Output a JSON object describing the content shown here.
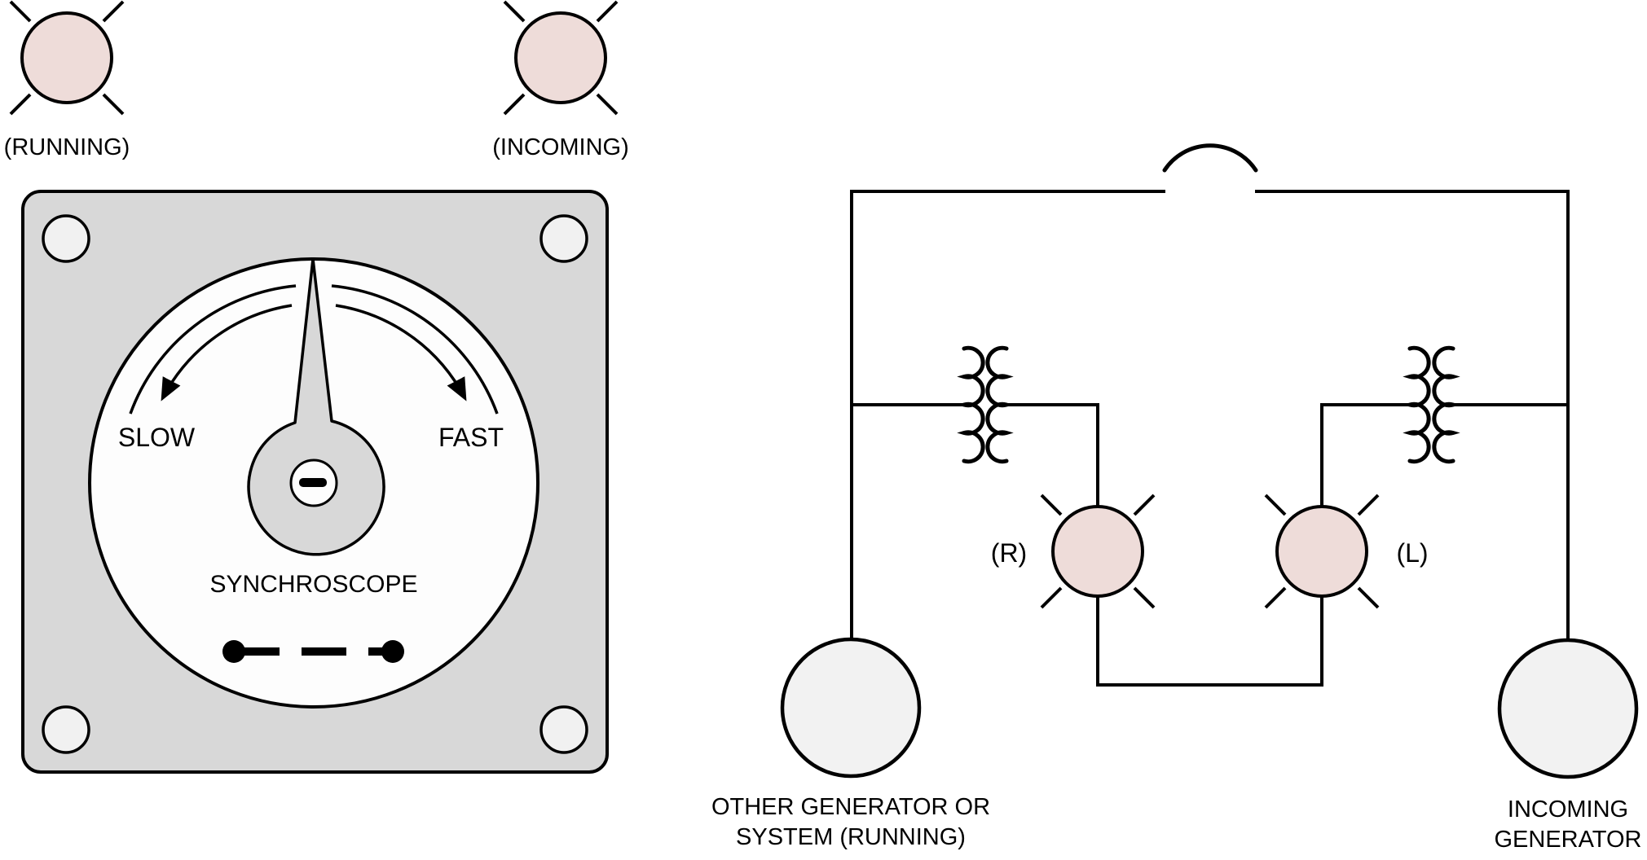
{
  "title": "Synchroscope and synchronizing-lamp circuit diagram",
  "colors": {
    "lamp_fill": "#eedcd9",
    "panel_fill": "#d8d8d8",
    "dial_fill": "#fdfdfd",
    "screw_fill": "#f1f1f1",
    "generator_fill": "#f2f2f2",
    "hub_fill": "#d8d8d8",
    "knob_fill": "#fdfdfd",
    "line_color": "#000000"
  },
  "indicator_lamps": {
    "running_label": "(RUNNING)",
    "incoming_label": "(INCOMING)"
  },
  "synchroscope": {
    "name_label": "SYNCHROSCOPE",
    "slow_label": "SLOW",
    "fast_label": "FAST"
  },
  "circuit": {
    "lamp_r_label": "(R)",
    "lamp_l_label": "(L)",
    "running_generator_label_line1": "OTHER GENERATOR OR",
    "running_generator_label_line2": "SYSTEM (RUNNING)",
    "incoming_generator_label_line1": "INCOMING",
    "incoming_generator_label_line2": "GENERATOR"
  }
}
